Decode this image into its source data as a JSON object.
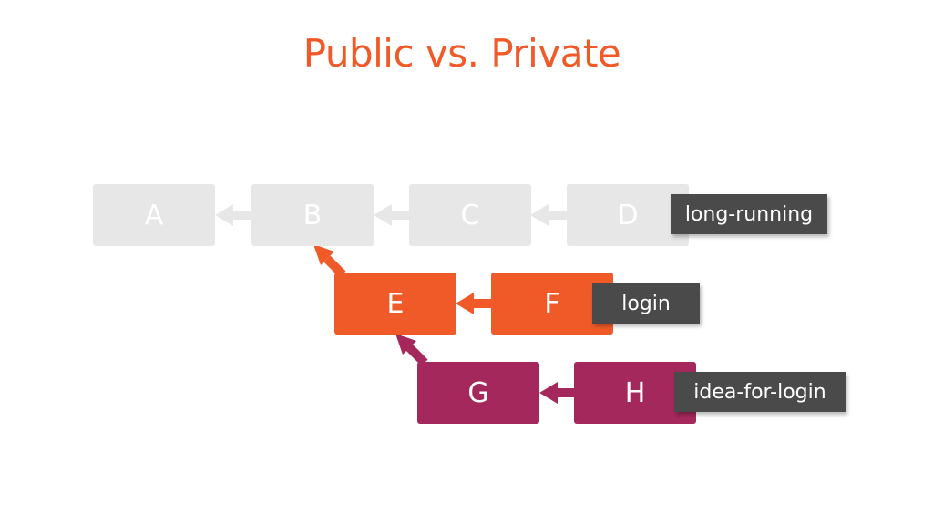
{
  "title": "Public vs. Private",
  "colors": {
    "title": "#f05a28",
    "public_commit": "#e7e7e7",
    "public_arrow": "#e7e7e7",
    "login_commit": "#f05a28",
    "idea_commit": "#a4285b",
    "branch_label_bg": "#4a4a4a"
  },
  "commits": {
    "a": "A",
    "b": "B",
    "c": "C",
    "d": "D",
    "e": "E",
    "f": "F",
    "g": "G",
    "h": "H"
  },
  "branches": {
    "long_running": "long-running",
    "login": "login",
    "idea_for_login": "idea-for-login"
  }
}
